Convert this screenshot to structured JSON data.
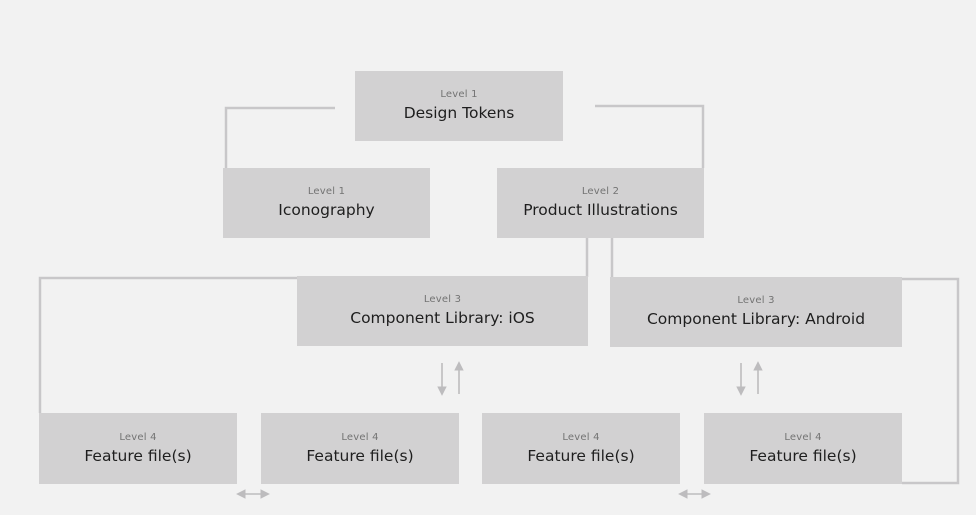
{
  "nodes": {
    "design_tokens": {
      "level": "Level 1",
      "title": "Design Tokens"
    },
    "iconography": {
      "level": "Level 1",
      "title": "Iconography"
    },
    "product_illustrations": {
      "level": "Level 2",
      "title": "Product Illustrations"
    },
    "component_library_ios": {
      "level": "Level 3",
      "title": "Component Library: iOS"
    },
    "component_library_android": {
      "level": "Level 3",
      "title": "Component Library: Android"
    },
    "feature_1": {
      "level": "Level 4",
      "title": "Feature file(s)"
    },
    "feature_2": {
      "level": "Level 4",
      "title": "Feature file(s)"
    },
    "feature_3": {
      "level": "Level 4",
      "title": "Feature file(s)"
    },
    "feature_4": {
      "level": "Level 4",
      "title": "Feature file(s)"
    }
  },
  "colors": {
    "background": "#f2f2f2",
    "node_fill": "#d2d1d2",
    "connector": "#c8c7c9",
    "level_text": "#737373",
    "title_text": "#1e1e1e"
  }
}
